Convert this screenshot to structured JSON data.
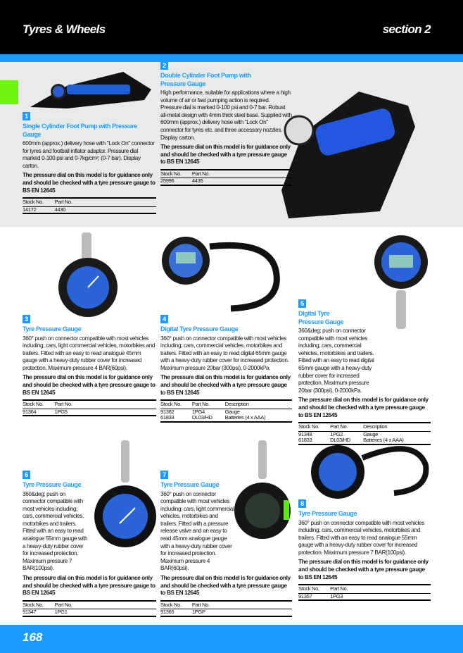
{
  "header": {
    "title": "Tyres & Wheels",
    "section": "section 2"
  },
  "footer": {
    "page_number": "168"
  },
  "colors": {
    "accent": "#1b9bff",
    "tab": "#6ef40c"
  },
  "table_headers": {
    "stock": "Stock No.",
    "part": "Part No.",
    "description": "Description"
  },
  "products": [
    {
      "number": "1",
      "title": "Single Cylinder Foot Pump with Pressure Gauge",
      "description": "600mm (approx.) delivery hose with \"Lock On\" connector for tyres and football inflator adaptor. Pressure dial marked 0-100 psi and 0-7kg/cm²; (0-7 bar). Display carton.",
      "note": "The pressure dial on this model is for guidance only and should be checked with a tyre pressure gauge to BS EN 12645",
      "rows": [
        {
          "stock": "14172",
          "part": "4430"
        }
      ]
    },
    {
      "number": "2",
      "title": "Double Cylinder Foot Pump with Pressure Gauge",
      "description": "High performance, suitable for applications where a high volume of air or fast pumping action is required. Pressure dial is marked 0-100 psi and 0-7 bar. Robust all-metal design with 4mm thick steel base. Supplied with 600mm (approx.) delivery hose with \"Lock On\" connector for tyres etc. and three accessory nozzles. Display carton.",
      "note": "The pressure dial on this model is for guidance only and should be checked with a tyre pressure gauge to BS EN 12645",
      "rows": [
        {
          "stock": "25996",
          "part": "4435"
        }
      ]
    },
    {
      "number": "3",
      "title": "Tyre Pressure Gauge",
      "description": "360° push on connector compatible with most vehicles including; cars, light commercial vehicles, motorbikes and trailers. Fitted with an easy to read analogue 45mm gauge with a heavy-duty rubber cover for increased protection. Maximum pressure 4 BAR(60psi).",
      "note": "The pressure dial on this model is for guidance only and should be checked with a tyre pressure gauge to BS EN 12645",
      "rows": [
        {
          "stock": "91364",
          "part": "1PG5"
        }
      ]
    },
    {
      "number": "4",
      "title": "Digital Tyre Pressure Gauge",
      "description": "360° push on connector compatible with most vehicles including; cars, commercial vehicles, motorbikes and trailers. Fitted with an easy to read digital 65mm gauge with a heavy-duty rubber cover for increased protection. Maximum pressure 20bar (300psi), 0-2000kPa.",
      "note": "The pressure dial on this model is for guidance only and should be checked with a tyre pressure gauge to BS EN 12645",
      "rows": [
        {
          "stock": "91362",
          "part": "1PG4",
          "description": "Gauge"
        },
        {
          "stock": "61833",
          "part": "DL03/HD",
          "description": "Batteries (4 x AAA)"
        }
      ]
    },
    {
      "number": "5",
      "title": "Digital Tyre Pressure Gauge",
      "description": "360&deg; push on connector compatible with most vehicles including; cars, commercial vehicles, motorbikes and trailers. Fitted with an easy to read digital 65mm gauge with a heavy-duty rubber cover for increased protection. Maximum pressure 20bar (300psi), 0-2000kPa.",
      "note": "The pressure dial on this model is for guidance only and should be checked with a tyre pressure gauge to BS EN 12645",
      "rows": [
        {
          "stock": "91348",
          "part": "1PG2",
          "description": "Gauge"
        },
        {
          "stock": "61833",
          "part": "DL03/HD",
          "description": "Batteries (4 x AAA)"
        }
      ]
    },
    {
      "number": "6",
      "title": "Tyre Pressure Gauge",
      "description": "360&deg; push on connector compatible with most vehicles including; cars, commercial vehicles, motorbikes and trailers. Fitted with an easy to read analogue 55mm gauge with a heavy-duty rubber cover for increased protection. Maximum pressure 7 BAR(100psi).",
      "note": "The pressure dial on this model is for guidance only and should be checked with a tyre pressure gauge to BS EN 12645",
      "rows": [
        {
          "stock": "91347",
          "part": "1PG1"
        }
      ]
    },
    {
      "number": "7",
      "title": "Tyre Pressure Gauge",
      "description": "360° push on connector compatible with most vehicles including; cars, light commercial vehicles, motorbikes and trailers. Fitted with a pressure release valve and an easy to read 45mm analogue gauge with a heavy-duty rubber cover for increased protection. Maximum pressure 4 BAR(60psi).",
      "note": "The pressure dial on this model is for guidance only and should be checked with a tyre pressure gauge to BS EN 12645",
      "rows": [
        {
          "stock": "91365",
          "part": "1PGP"
        }
      ]
    },
    {
      "number": "8",
      "title": "Tyre Pressure Gauge",
      "description": "360° push on connector compatible with most vehicles including; cars, commercial vehicles, motorbikes and trailers. Fitted with an easy to read analogue 55mm gauge with a heavy-duty rubber cover for increased protection. Maximum pressure 7 BAR(100psi).",
      "note": "The pressure dial on this model is for guidance only and should be checked with a tyre pressure gauge to BS EN 12645",
      "rows": [
        {
          "stock": "91357",
          "part": "1PG3"
        }
      ]
    }
  ]
}
